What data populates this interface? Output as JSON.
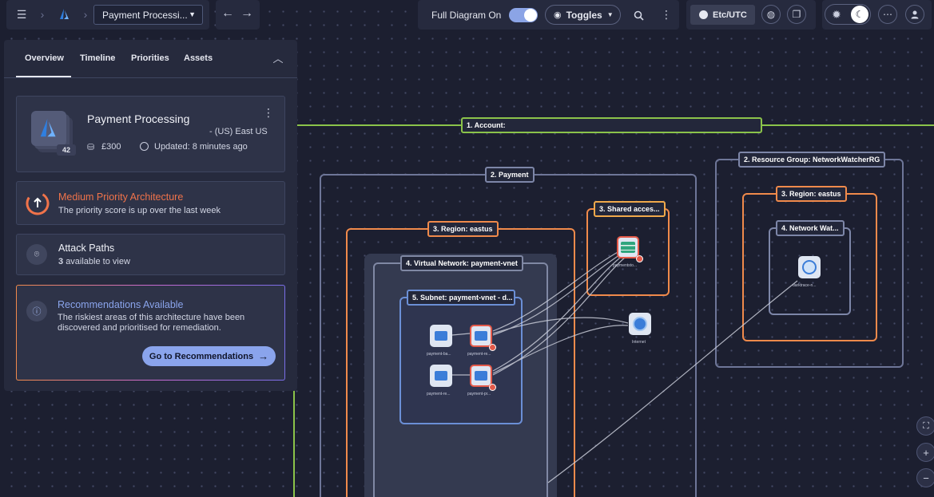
{
  "topbar": {
    "breadcrumb_title": "Payment Processi...",
    "full_diagram_label": "Full Diagram On",
    "toggles_label": "Toggles",
    "timezone_label": "Etc/UTC"
  },
  "sidepanel": {
    "tabs": [
      {
        "label": "Overview",
        "active": true
      },
      {
        "label": "Timeline"
      },
      {
        "label": "Priorities"
      },
      {
        "label": "Assets"
      }
    ],
    "summary": {
      "title": "Payment Processing",
      "region": "- (US) East US",
      "asset_count": "42",
      "cost": "£300",
      "updated": "Updated: 8 minutes ago"
    },
    "priority": {
      "title": "Medium Priority Architecture",
      "desc": "The priority score is up over the last week"
    },
    "attack": {
      "title": "Attack Paths",
      "count": "3",
      "desc": "available to view"
    },
    "recommendations": {
      "title": "Recommendations Available",
      "desc": "The riskiest areas of this architecture have been discovered and prioritised for remediation.",
      "button": "Go to Recommendations"
    }
  },
  "diagram": {
    "account": "1. Account:",
    "payment": "2. Payment",
    "region_payment": "3. Region: eastus",
    "vnet": "4. Virtual Network: payment-vnet",
    "subnet": "5. Subnet: payment-vnet - d...",
    "shared": "3. Shared acces...",
    "rg": "2. Resource Group: NetworkWatcherRG",
    "region_rg": "3. Region: eastus",
    "network_watcher": "4. Network Wat...",
    "nodes": {
      "vm1": "payment-ba...",
      "vm2": "payment-re...",
      "vm3": "payment-re...",
      "vm4": "payment-pr...",
      "storage": "paymentsto...",
      "internet": "Internet",
      "darktrace": "darktrace-n..."
    }
  },
  "colors": {
    "account_green": "#8bc34a",
    "region_orange": "#f08a4b",
    "payment_gray": "#7d86a8",
    "subnet_blue": "#6b8fd6",
    "accent_blue": "#8aa4ec",
    "priority_orange": "#f0734a"
  }
}
